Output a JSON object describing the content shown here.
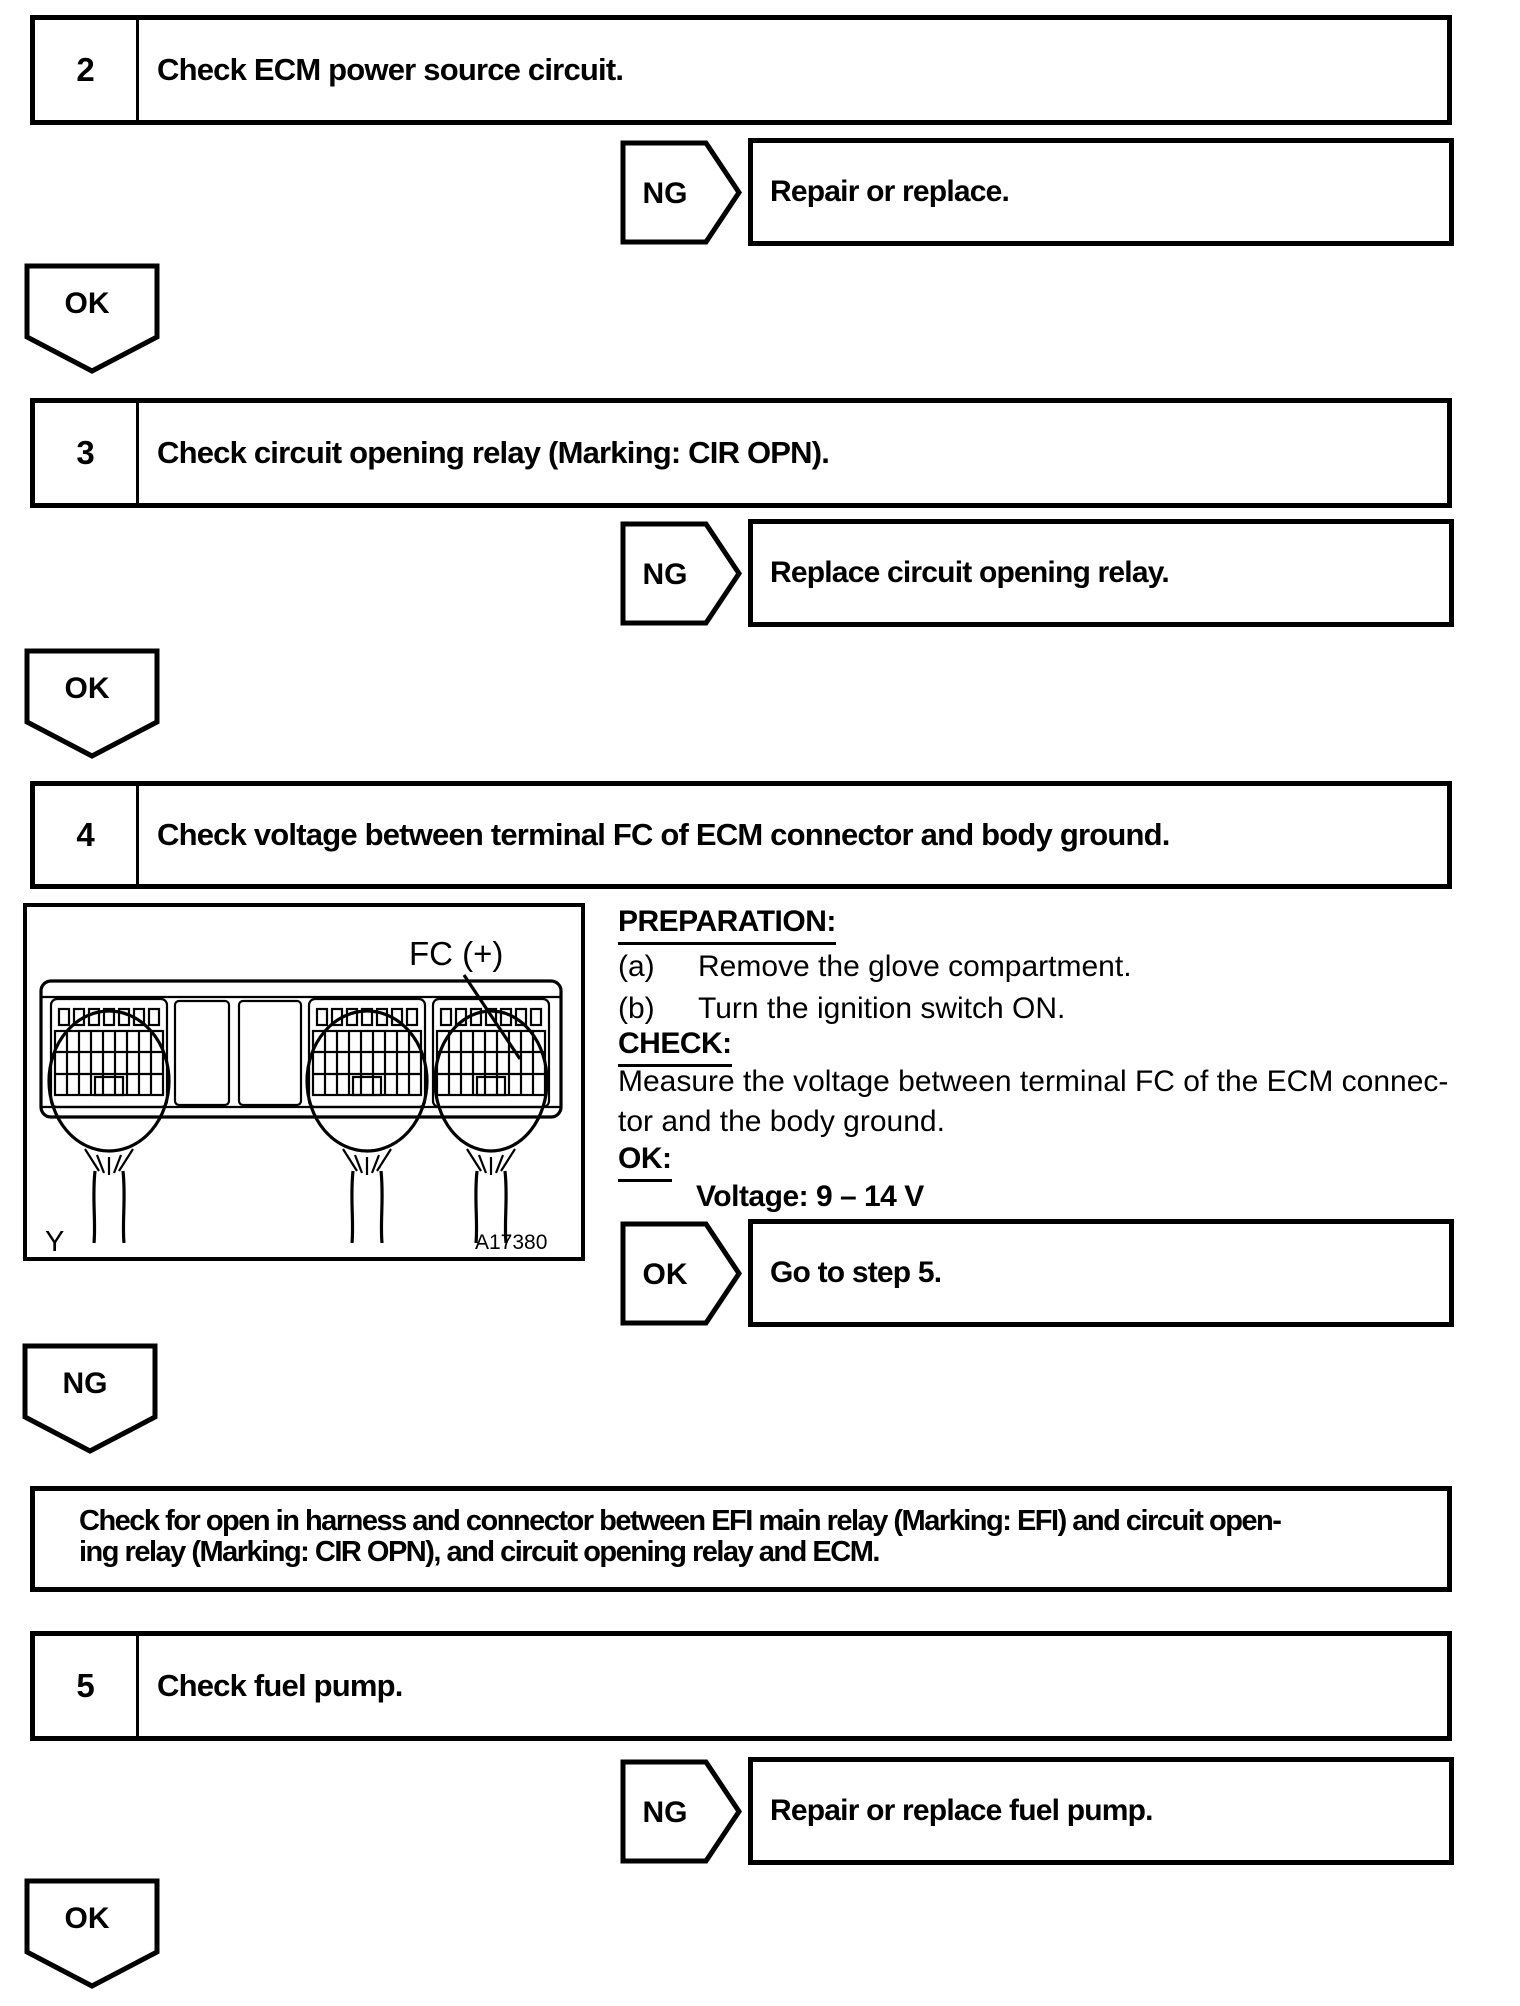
{
  "steps": [
    {
      "number": "2",
      "title": "Check ECM power source circuit."
    },
    {
      "number": "3",
      "title": "Check circuit opening relay (Marking: CIR OPN)."
    },
    {
      "number": "4",
      "title": "Check voltage between terminal FC of ECM connector and body ground."
    },
    {
      "number": "5",
      "title": "Check fuel pump."
    }
  ],
  "branches": [
    {
      "label": "NG",
      "result": "Repair or replace."
    },
    {
      "label": "NG",
      "result": "Replace circuit opening relay."
    },
    {
      "label": "OK",
      "result": "Go to step 5."
    },
    {
      "label": "NG",
      "result": "Repair or replace fuel pump."
    }
  ],
  "connectors": [
    {
      "label": "OK"
    },
    {
      "label": "OK"
    },
    {
      "label": "NG"
    },
    {
      "label": "OK"
    }
  ],
  "instruction": {
    "line1": "Check for open in harness and connector between EFI main relay (Marking: EFI) and circuit open-",
    "line2": "ing relay (Marking: CIR OPN), and circuit opening relay and ECM."
  },
  "step4_detail": {
    "preparation_label": "PREPARATION:",
    "item_a_index": "(a)",
    "item_a_text": "Remove the glove compartment.",
    "item_b_index": "(b)",
    "item_b_text": "Turn the ignition switch ON.",
    "check_label": "CHECK:",
    "check_line1": "Measure the voltage between terminal FC of the ECM connec-",
    "check_line2": "tor and the body ground.",
    "ok_label": "OK:",
    "ok_spec": "Voltage: 9 – 14 V"
  },
  "figure": {
    "callout": "FC (+)",
    "corner_label": "Y",
    "figure_id": "A17380"
  }
}
